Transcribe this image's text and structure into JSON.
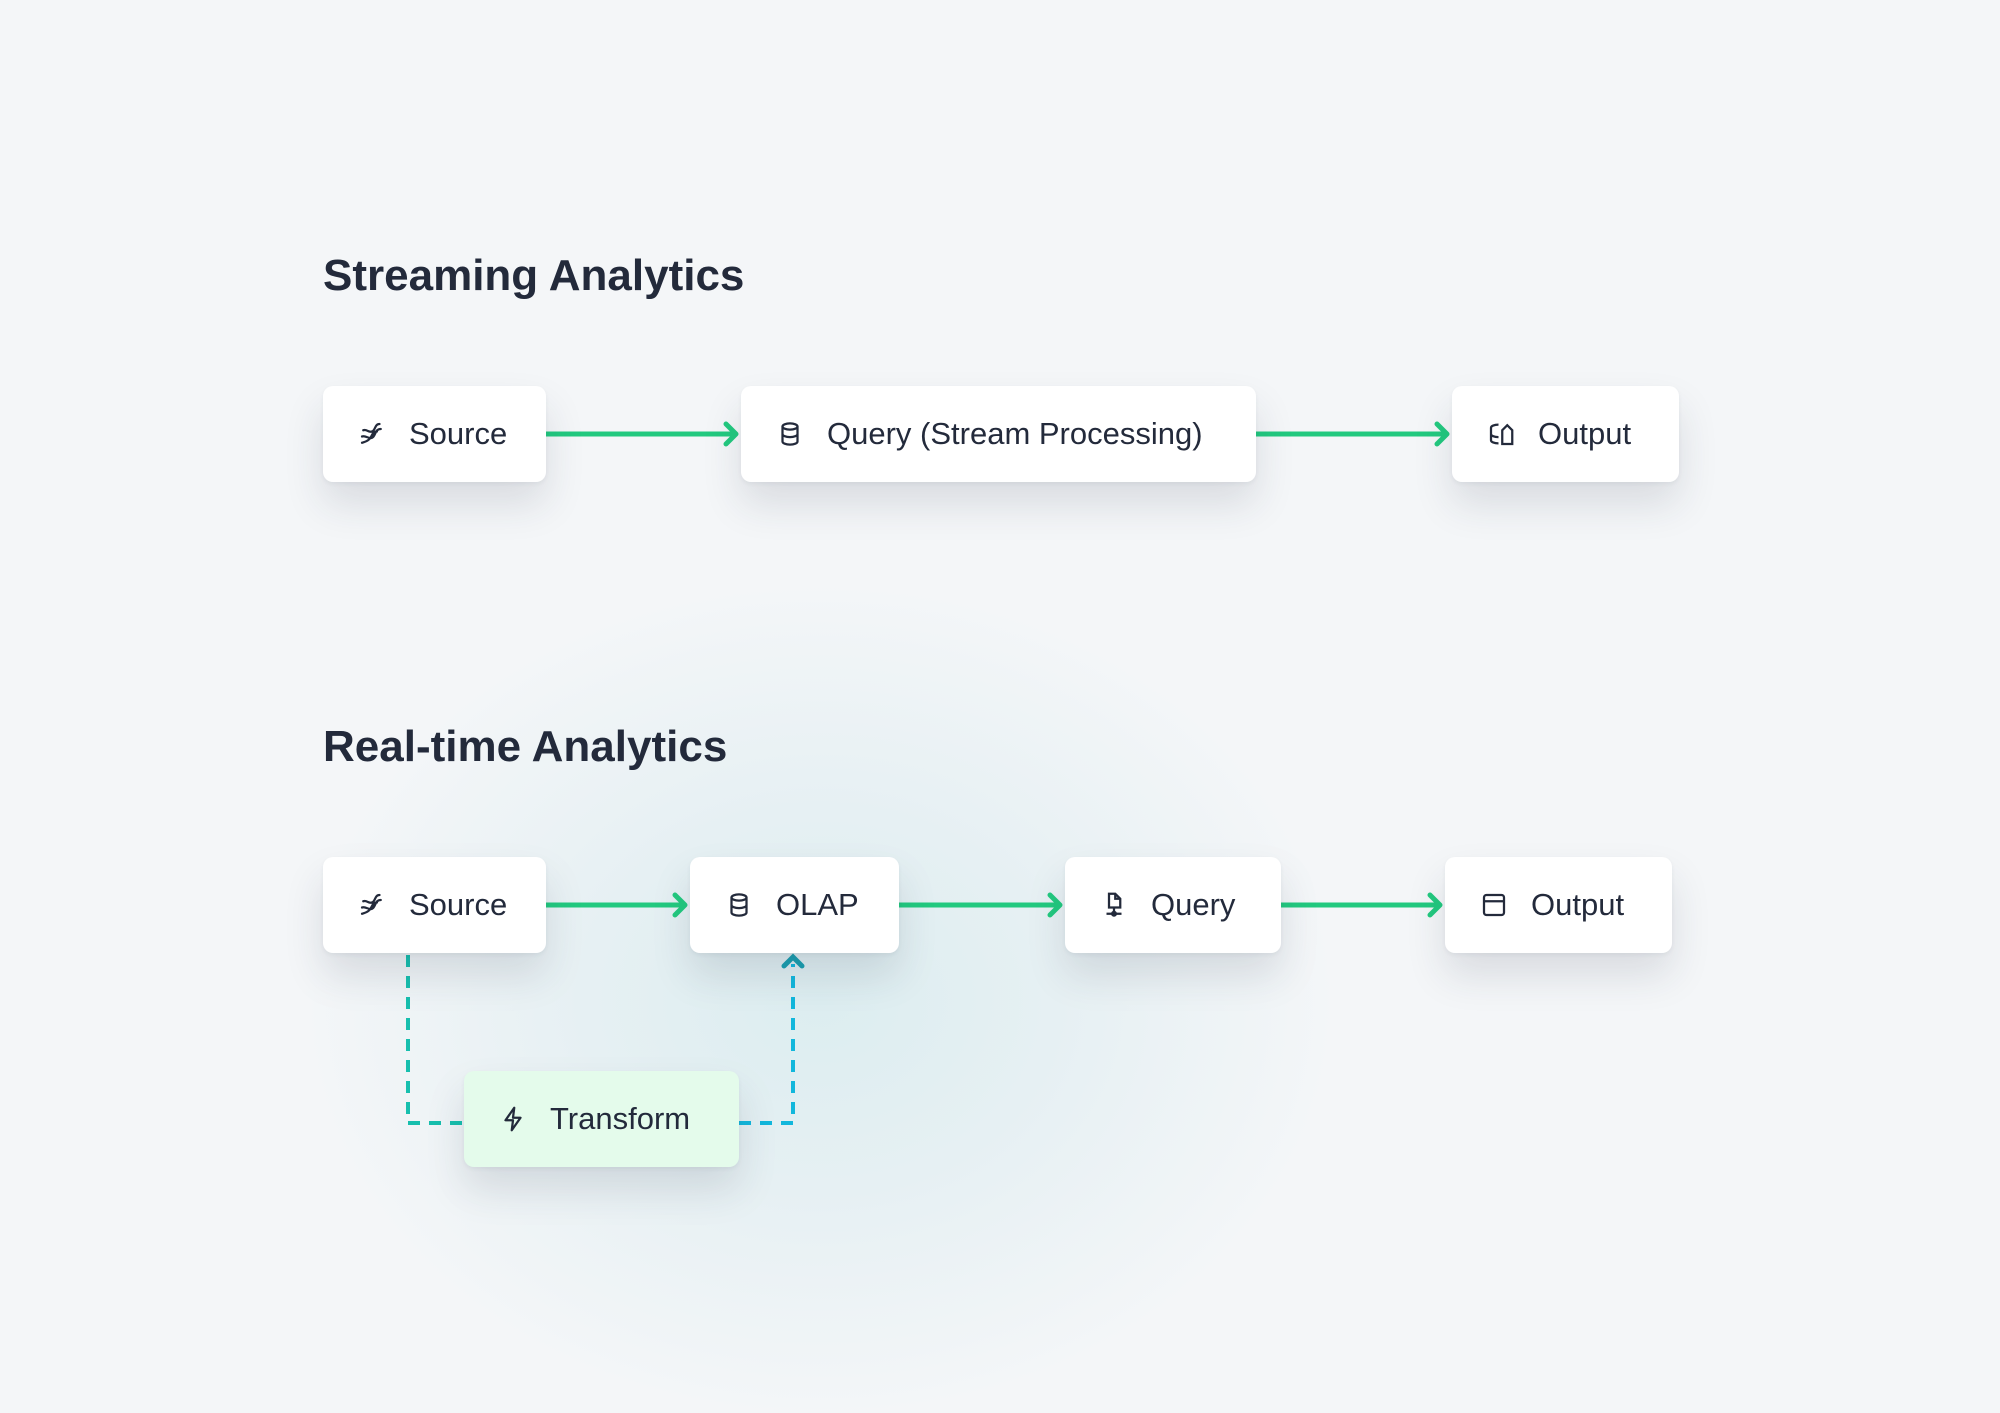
{
  "streaming": {
    "title": "Streaming Analytics",
    "nodes": [
      {
        "label": "Source",
        "icon": "stream-icon"
      },
      {
        "label": "Query (Stream Processing)",
        "icon": "database-icon"
      },
      {
        "label": "Output",
        "icon": "database-export-icon"
      }
    ]
  },
  "realtime": {
    "title": "Real-time Analytics",
    "nodes": [
      {
        "label": "Source",
        "icon": "stream-icon"
      },
      {
        "label": "OLAP",
        "icon": "database-icon"
      },
      {
        "label": "Query",
        "icon": "file-network-icon"
      },
      {
        "label": "Output",
        "icon": "browser-window-icon"
      }
    ],
    "transform": {
      "label": "Transform",
      "icon": "lightning-icon"
    }
  },
  "colors": {
    "arrow": "#22c97f",
    "dashed": "#15b8c8",
    "transform_bg": "#e4fbeb"
  }
}
